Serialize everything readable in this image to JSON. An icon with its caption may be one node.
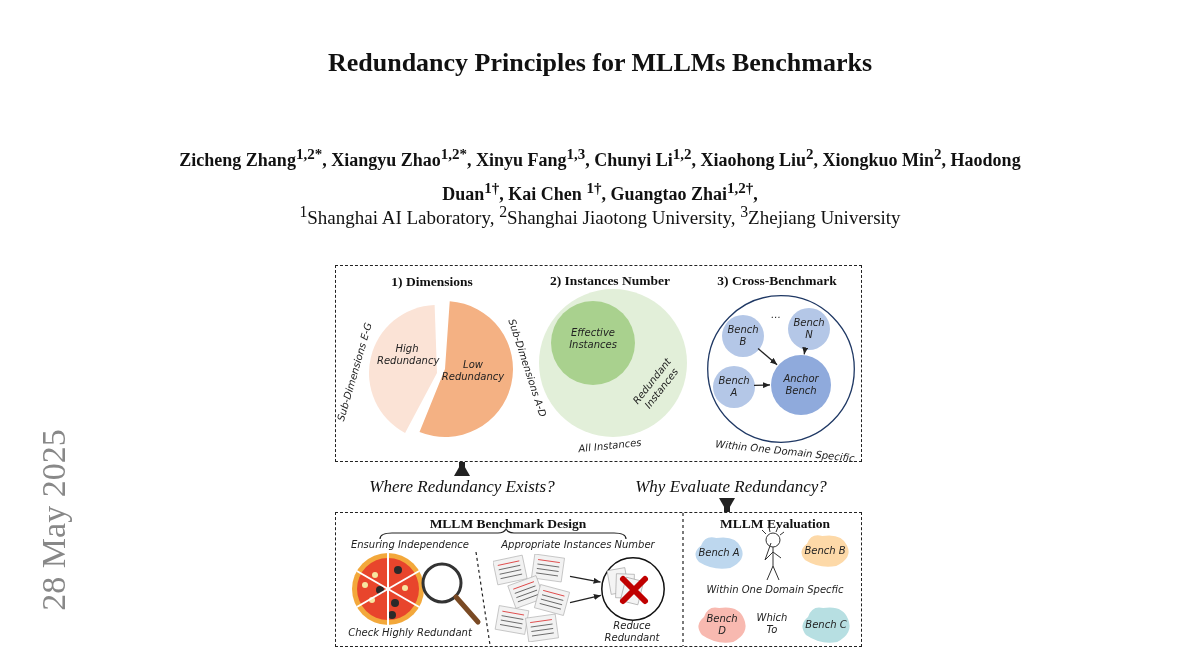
{
  "diagram": {
    "title": "Redundancy Principles for MLLMs Benchmarks",
    "nodes": [
      {
        "text": [],
        "shape": "box"
      },
      {
        "text": [
          "High Redundancy"
        ],
        "in": 0,
        "beside": [
          "Sub-Dimensions E-G"
        ]
      },
      {
        "text": [
          "Low Redundancy"
        ],
        "in": 0,
        "beside": [
          "Sub-Dimensions A-D"
        ]
      },
      {
        "text": [
          "Redundant Instances"
        ],
        "in": 0,
        "beside": [
          "All Instances"
        ]
      },
      {
        "text": [
          "Effective Instances"
        ],
        "in": 3
      },
      {
        "text": [],
        "shape": "circle",
        "in": 0,
        "beside": [
          "Within One Domain Specific"
        ]
      },
      {
        "text": [
          "Bench B"
        ],
        "in": 5
      },
      {
        "text": [
          "Bench N"
        ],
        "in": 5
      },
      {
        "text": [
          "Bench A"
        ],
        "in": 5
      },
      {
        "text": [
          "Anchor Bench"
        ],
        "in": 5
      },
      {
        "text": [
          "Where Redundancy Exists?"
        ]
      },
      {
        "text": [
          "Why Evaluate Redundancy?"
        ]
      },
      {
        "text": [],
        "shape": "box"
      },
      {
        "text": [],
        "shape": "picture",
        "in": 12
      },
      {
        "text": [],
        "shape": "circle",
        "in": 12,
        "beside": [
          "Reduce Redundant"
        ]
      },
      {
        "text": [
          "Bench A"
        ],
        "in": 12
      },
      {
        "text": [
          "Bench B"
        ],
        "in": 12
      },
      {
        "text": [
          "Bench D"
        ],
        "in": 12
      },
      {
        "text": [
          "Bench C"
        ],
        "in": 12
      }
    ],
    "edges": [
      {
        "from": 6,
        "to": 9,
        "arrow": "to"
      },
      {
        "from": 7,
        "to": 9,
        "arrow": "to"
      },
      {
        "from": 8,
        "to": 9,
        "arrow": "to"
      },
      {
        "from": 10,
        "to": 0,
        "arrow": "to",
        "style": "thick"
      },
      {
        "from": 11,
        "to": 12,
        "arrow": "to",
        "style": "thick"
      },
      {
        "from": 13,
        "to": 14,
        "arrow": "to"
      },
      {
        "from": 13,
        "to": 14,
        "arrow": "to"
      }
    ],
    "labels": [
      "Zicheng Zhang$^{1,2*}$, Xiangyu Zhao$^{1,2*}$, Xinyu Fang$^{1,3}$, Chunyi Li$^{1,2}$, Xiaohong Liu$^{2}$, Xiongkuo Min$^{2}$, Haodong Duan$^{1†}$, Kai Chen $^{1†}$, Guangtao Zhai$^{1,2†}$,",
      "$^{1}$Shanghai AI Laboratory, $^{2}$Shanghai Jiaotong University, $^{3}$Zhejiang University",
      "28 May 2025",
      "1) Dimensions",
      "2) Instances Number",
      "3) Cross-Benchmark",
      "…",
      "MLLM Benchmark Design",
      "MLLM Evaluation",
      "Ensuring Independence",
      "Appropriate Instances Number",
      "Within One Domain Specfic",
      "Check Highly Redundant",
      "Which To"
    ]
  }
}
